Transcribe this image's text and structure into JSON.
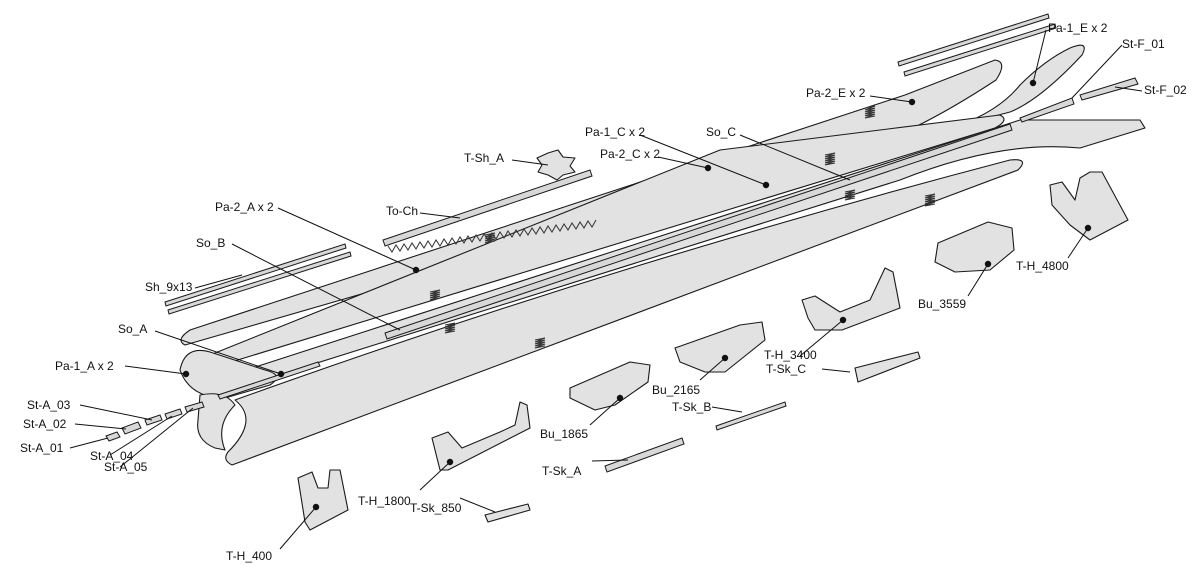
{
  "labels": {
    "pa1_e": "Pa-1_E x 2",
    "stf01": "St-F_01",
    "stf02": "St-F_02",
    "pa2_e": "Pa-2_E x 2",
    "so_c": "So_C",
    "pa1_c": "Pa-1_C x 2",
    "pa2_c": "Pa-2_C x 2",
    "tsh_a": "T-Sh_A",
    "to_ch": "To-Ch",
    "pa2_a": "Pa-2_A x 2",
    "so_b": "So_B",
    "sh_9x13": "Sh_9x13",
    "so_a": "So_A",
    "pa1_a": "Pa-1_A x 2",
    "sta03": "St-A_03",
    "sta02": "St-A_02",
    "sta01": "St-A_01",
    "sta04": "St-A_04",
    "sta05": "St-A_05",
    "th4800": "T-H_4800",
    "bu3559": "Bu_3559",
    "th3400": "T-H_3400",
    "tskc": "T-Sk_C",
    "bu2165": "Bu_2165",
    "tskb": "T-Sk_B",
    "bu1865": "Bu_1865",
    "tska": "T-Sk_A",
    "th1800": "T-H_1800",
    "tsk850": "T-Sk_850",
    "th400": "T-H_400"
  }
}
